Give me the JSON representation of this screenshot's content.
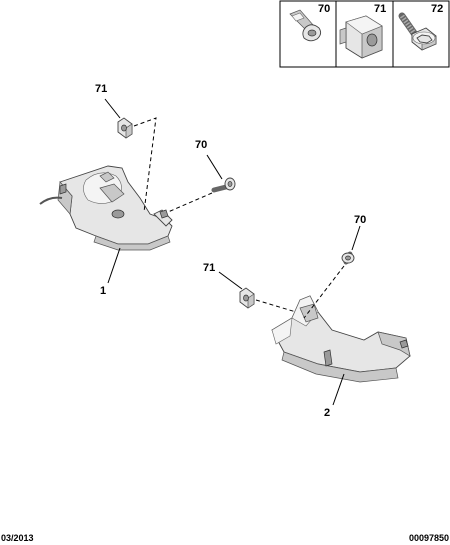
{
  "legend_box": {
    "cells": [
      {
        "ref": "70",
        "icon": "clip-nut-icon"
      },
      {
        "ref": "71",
        "icon": "cage-nut-icon"
      },
      {
        "ref": "72",
        "icon": "flange-bolt-icon"
      }
    ]
  },
  "callouts": {
    "part1": "1",
    "part2": "2",
    "upper_fastener_71": "71",
    "upper_fastener_70": "70",
    "lower_fastener_71": "71",
    "lower_fastener_70": "70"
  },
  "footer": {
    "date": "03/2013",
    "reference": "00097850"
  }
}
